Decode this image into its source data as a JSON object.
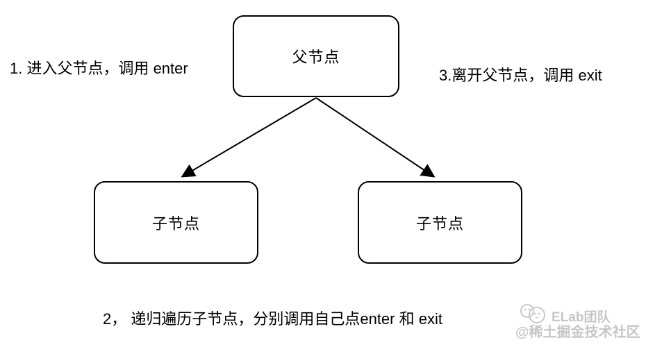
{
  "page": {
    "background_color": "#ffffff",
    "stroke_color": "#000000"
  },
  "diagram": {
    "type": "tree-traversal-flowchart",
    "nodes": {
      "parent": {
        "label": "父节点"
      },
      "child_left": {
        "label": "子节点"
      },
      "child_right": {
        "label": "子节点"
      }
    },
    "edges": [
      {
        "from": "parent",
        "to": "child_left",
        "style": "arrow"
      },
      {
        "from": "parent",
        "to": "child_right",
        "style": "arrow"
      }
    ],
    "annotations": {
      "step1": "1. 进入父节点，调用 enter",
      "step2": "2， 递归遍历子节点，分别调用自己点enter 和 exit",
      "step3": "3.离开父节点，调用 exit"
    }
  },
  "watermark": {
    "team_label": "ELab团队",
    "community_label": "@稀土掘金技术社区",
    "color": "#c6c6c6",
    "icon": "elab-mascot-icon"
  }
}
